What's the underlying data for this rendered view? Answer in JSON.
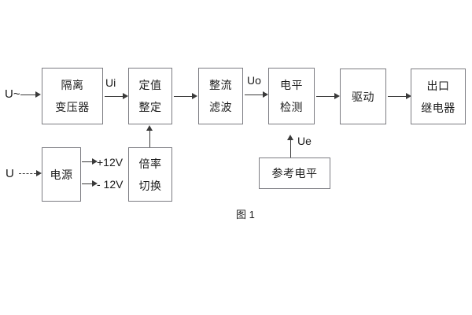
{
  "diagram": {
    "caption": "图 1",
    "blocks": [
      {
        "id": "isolation-transformer",
        "lines": [
          "隔离",
          "变压器"
        ]
      },
      {
        "id": "setting-value",
        "lines": [
          "定值",
          "整定"
        ]
      },
      {
        "id": "rectify-filter",
        "lines": [
          "整流",
          "滤波"
        ]
      },
      {
        "id": "level-detection",
        "lines": [
          "电平",
          "检测"
        ]
      },
      {
        "id": "drive",
        "lines": [
          "驱动"
        ]
      },
      {
        "id": "output-relay",
        "lines": [
          "出口",
          "继电器"
        ]
      },
      {
        "id": "power-supply",
        "lines": [
          "电源"
        ]
      },
      {
        "id": "multiplier-switch",
        "lines": [
          "倍率",
          "切换"
        ]
      },
      {
        "id": "reference-level",
        "lines": [
          "参考电平"
        ]
      }
    ],
    "labels": {
      "ac_input": "U~",
      "dc_input": "U",
      "ui": "Ui",
      "uo": "Uo",
      "ue": "Ue",
      "rail_positive": "+12V",
      "rail_negative": "- 12V"
    }
  },
  "colors": {
    "box_border": "#7c7c82",
    "arrow": "#3a3a3a",
    "text": "#1b1b1b",
    "background": "#ffffff"
  }
}
